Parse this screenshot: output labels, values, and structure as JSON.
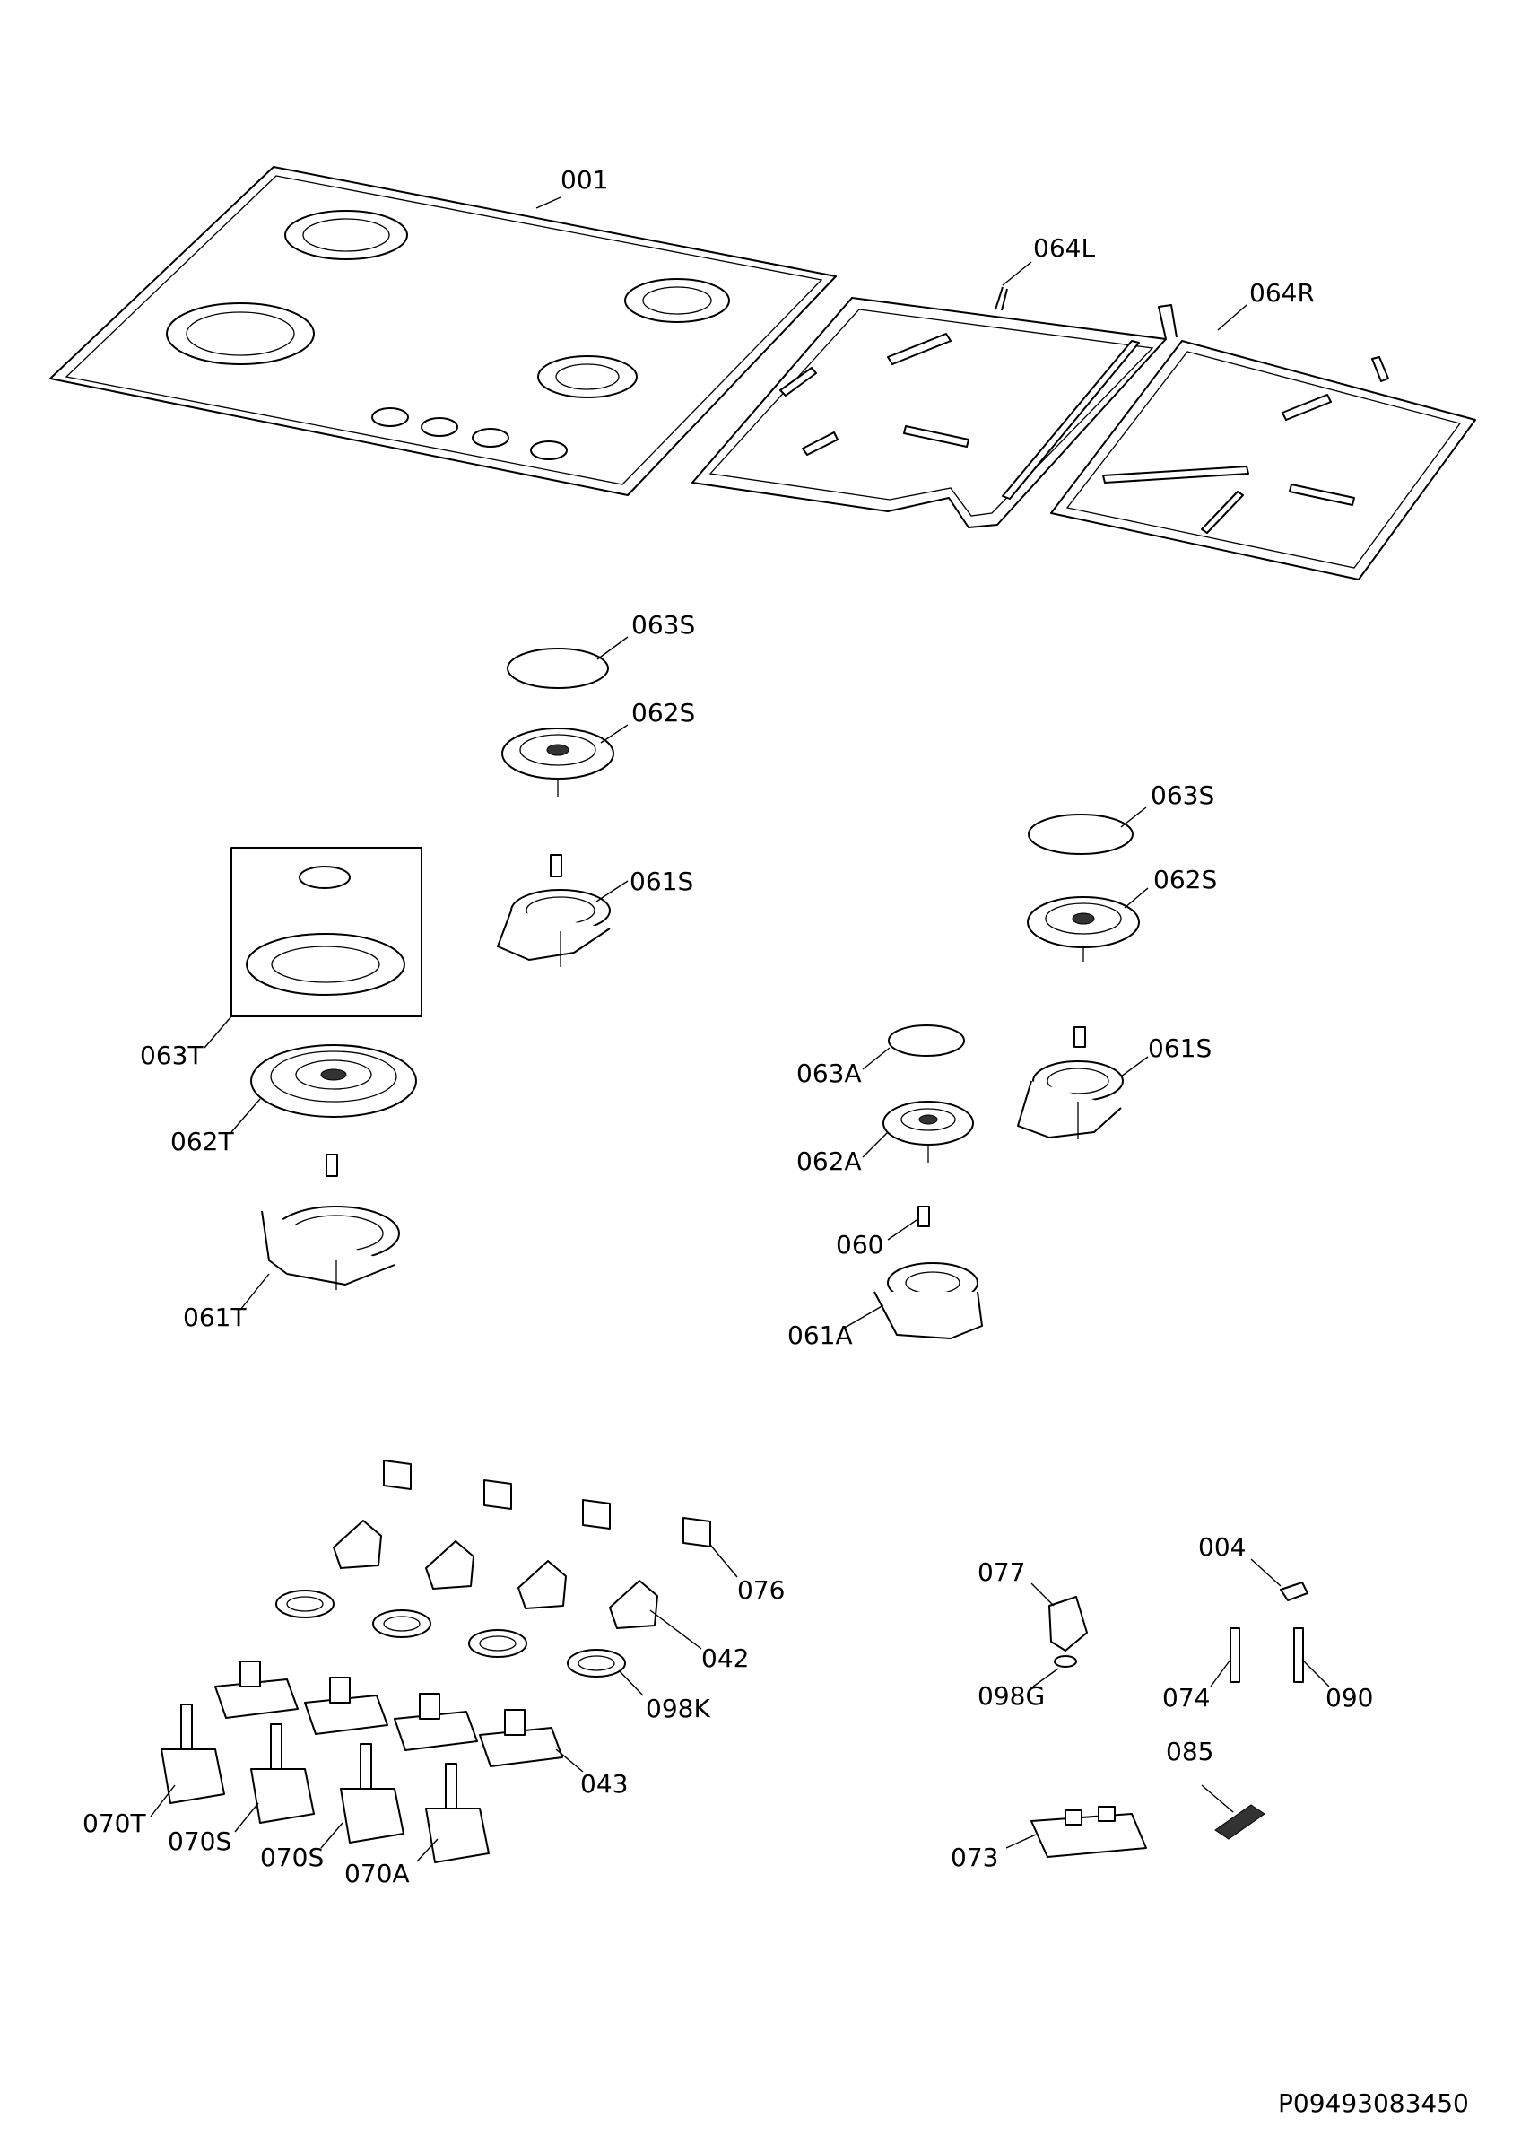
{
  "labels": {
    "l001": "001",
    "l064L": "064L",
    "l064R": "064R",
    "l063S_a": "063S",
    "l062S_a": "062S",
    "l061S_a": "061S",
    "l063T": "063T",
    "l062T": "062T",
    "l061T": "061T",
    "l063S_b": "063S",
    "l062S_b": "062S",
    "l063A": "063A",
    "l061S_b": "061S",
    "l062A": "062A",
    "l060": "060",
    "l061A": "061A",
    "l076": "076",
    "l042": "042",
    "l098K": "098K",
    "l043": "043",
    "l070T": "070T",
    "l070S_a": "070S",
    "l070S_b": "070S",
    "l070A": "070A",
    "l077": "077",
    "l098G": "098G",
    "l004": "004",
    "l074": "074",
    "l090": "090",
    "l085": "085",
    "l073": "073"
  },
  "drawing_number": "P09493083450"
}
